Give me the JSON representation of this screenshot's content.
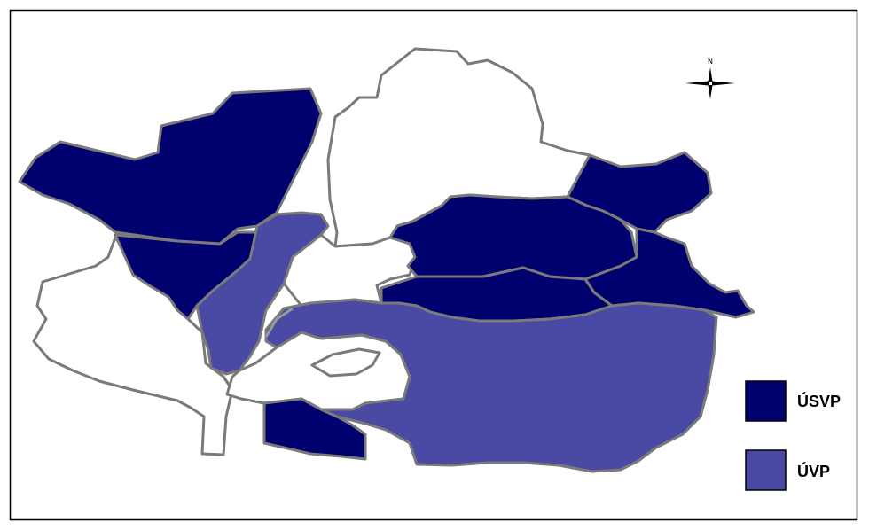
{
  "map": {
    "compass": {
      "north_label": "N"
    },
    "legend": [
      {
        "label": "ÚSVP",
        "color": "#00006e"
      },
      {
        "label": "ÚVP",
        "color": "#4a49a3"
      }
    ],
    "colors": {
      "usvp": "#00006e",
      "uvp": "#4a49a3",
      "unassigned": "#ffffff",
      "border": "#7a7a7a",
      "frame": "#000000"
    }
  }
}
